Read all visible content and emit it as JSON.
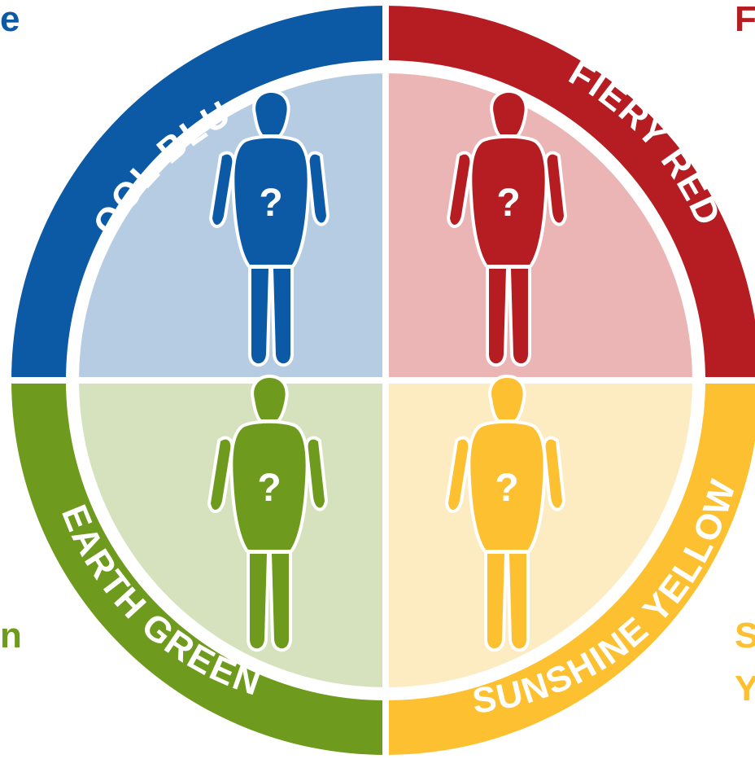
{
  "quadrants": [
    {
      "id": "blue",
      "label": "COOL BLUE",
      "ring_color": "#0c5aa6",
      "fill_color": "#b6cce2",
      "figure_color": "#0c5aa6",
      "icon": "person-question-icon",
      "mark": "?"
    },
    {
      "id": "red",
      "label": "FIERY RED",
      "ring_color": "#b51d22",
      "fill_color": "#ebb4b5",
      "figure_color": "#b51d22",
      "icon": "person-question-icon",
      "mark": "?"
    },
    {
      "id": "green",
      "label": "EARTH GREEN",
      "ring_color": "#6e9a1e",
      "fill_color": "#d6e2bd",
      "figure_color": "#6e9a1e",
      "icon": "person-question-icon",
      "mark": "?"
    },
    {
      "id": "yellow",
      "label": "SUNSHINE YELLOW",
      "ring_color": "#fcc030",
      "fill_color": "#fdebc2",
      "figure_color": "#fcc030",
      "icon": "person-question-icon",
      "mark": "?"
    }
  ],
  "corner_labels": {
    "top_left": {
      "text": "e",
      "color": "#0c5aa6"
    },
    "top_right": {
      "text": "F",
      "color": "#b51d22"
    },
    "bottom_left": {
      "text": "n",
      "color": "#6e9a1e"
    },
    "bottom_right": {
      "text": "S",
      "text2": "Y",
      "color": "#fcc030"
    }
  }
}
